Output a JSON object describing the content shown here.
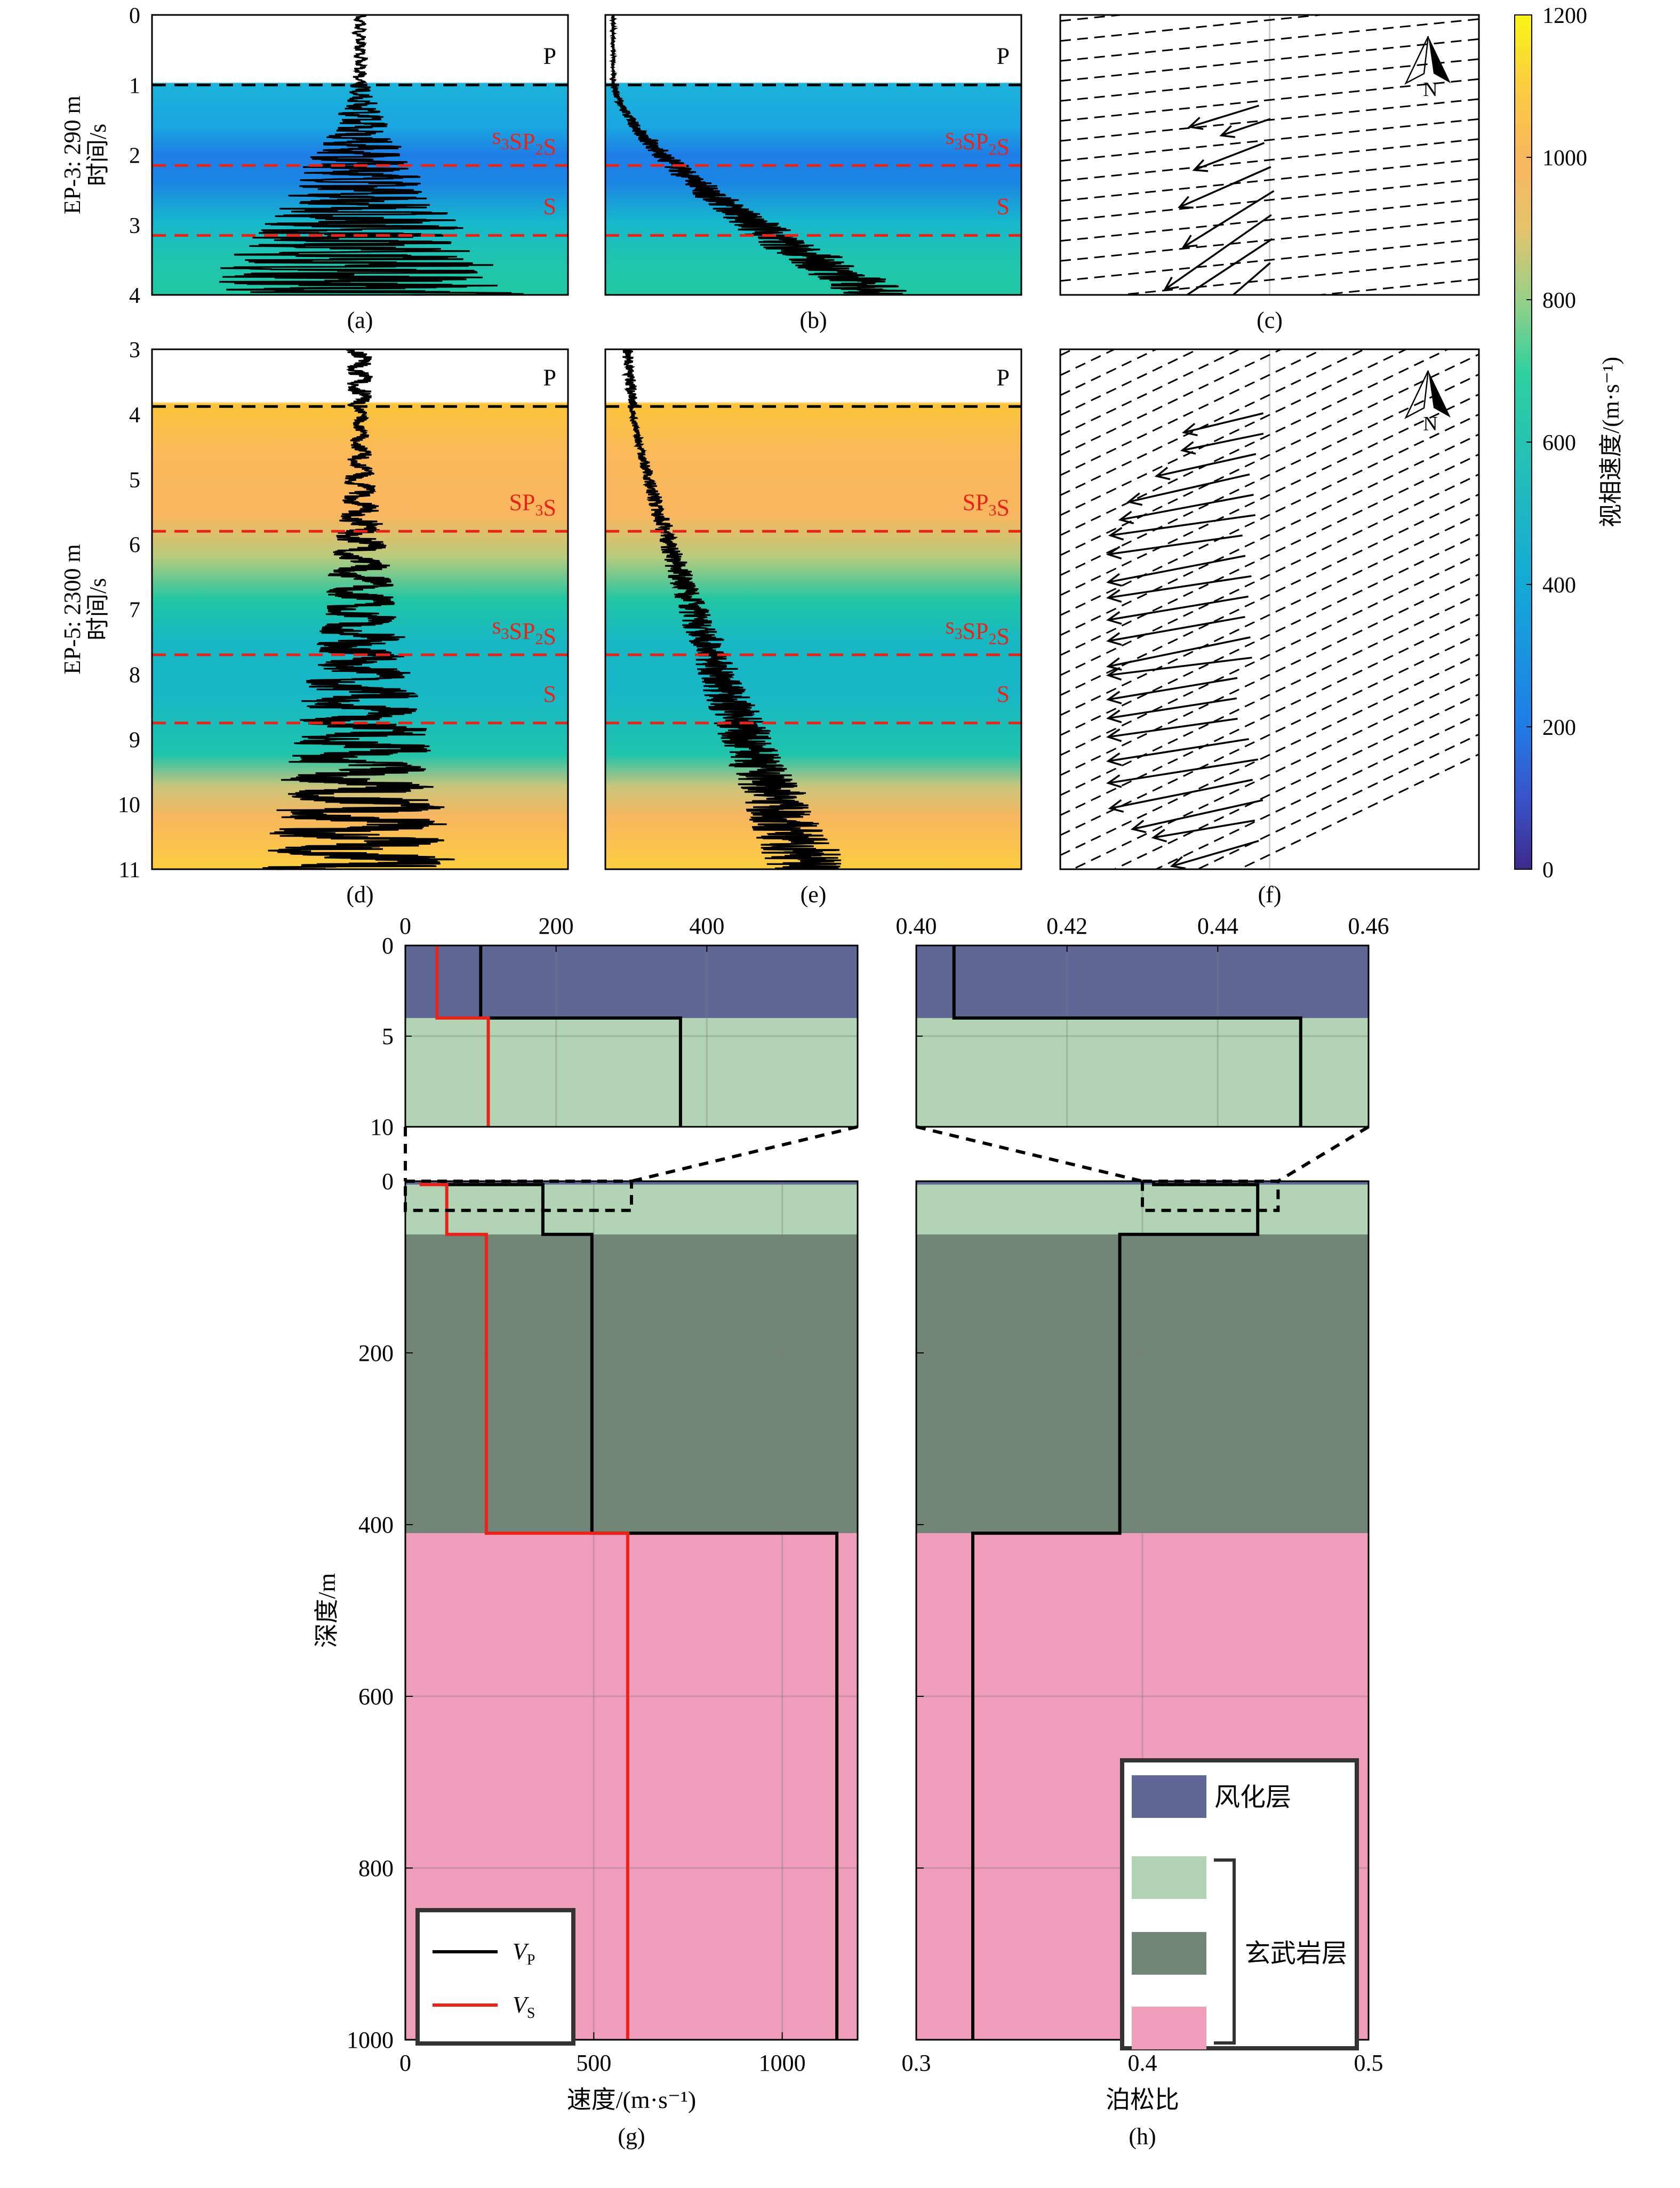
{
  "colors": {
    "weathered": "#5f6796",
    "basalt_light": "#b2d3b4",
    "basalt_dark": "#718676",
    "basalt_pink": "#f09cbb",
    "vp": "#000000",
    "vs": "#e8231a",
    "marker_black": "#000000",
    "marker_red": "#e8231a"
  },
  "row1": {
    "ylabel_line1": "EP-3: 290 m",
    "ylabel_line2": "时间/s",
    "yticks": [
      "0",
      "1",
      "2",
      "3",
      "4"
    ],
    "panel_labels": [
      "(a)",
      "(b)",
      "(c)"
    ],
    "markers": [
      {
        "t": 1.0,
        "label": "P",
        "color": "black"
      },
      {
        "t": 2.15,
        "label": "s3SP2S",
        "color": "red"
      },
      {
        "t": 3.15,
        "label": "S",
        "color": "red"
      }
    ]
  },
  "row2": {
    "ylabel_line1": "EP-5: 2300 m",
    "ylabel_line2": "时间/s",
    "yticks": [
      "3",
      "4",
      "5",
      "6",
      "7",
      "8",
      "9",
      "10",
      "11"
    ],
    "panel_labels": [
      "(d)",
      "(e)",
      "(f)"
    ],
    "markers": [
      {
        "t": 3.88,
        "label": "P",
        "color": "black"
      },
      {
        "t": 5.8,
        "label": "SP3S",
        "color": "red"
      },
      {
        "t": 7.7,
        "label": "s3SP2S",
        "color": "red"
      },
      {
        "t": 8.75,
        "label": "S",
        "color": "red"
      }
    ]
  },
  "north_label": "N",
  "colorbar": {
    "ticks": [
      "0",
      "200",
      "400",
      "600",
      "800",
      "1000",
      "1200"
    ],
    "label": "视相速度/(m·s⁻¹)"
  },
  "chart_data": [
    {
      "type": "line",
      "id": "g",
      "title": "",
      "xlabel": "速度/(m·s⁻¹)",
      "ylabel": "深度/m",
      "xlim": [
        0,
        1200
      ],
      "ylim": [
        0,
        1000
      ],
      "xticks": [
        "0",
        "500",
        "1000"
      ],
      "yticks": [
        "0",
        "200",
        "400",
        "600",
        "800",
        "1000"
      ],
      "layers": [
        {
          "top": 0,
          "bottom": 4,
          "class": "weathered"
        },
        {
          "top": 4,
          "bottom": 62,
          "class": "basalt_light"
        },
        {
          "top": 62,
          "bottom": 410,
          "class": "basalt_dark"
        },
        {
          "top": 410,
          "bottom": 1000,
          "class": "basalt_pink"
        }
      ],
      "series": [
        {
          "name": "VP",
          "depth": [
            0,
            4,
            4,
            62,
            62,
            410,
            410,
            1000
          ],
          "values": [
            100,
            100,
            365,
            365,
            495,
            495,
            1145,
            1145
          ]
        },
        {
          "name": "VS",
          "depth": [
            0,
            4,
            4,
            62,
            62,
            410,
            410,
            1000
          ],
          "values": [
            42,
            42,
            110,
            110,
            215,
            215,
            590,
            590
          ]
        }
      ],
      "inset": {
        "xlim": [
          0,
          600
        ],
        "ylim": [
          0,
          10
        ],
        "xticks": [
          "0",
          "200",
          "400"
        ],
        "yticks": [
          "0",
          "5",
          "10"
        ]
      },
      "panel_label": "(g)"
    },
    {
      "type": "line",
      "id": "h",
      "title": "",
      "xlabel": "泊松比",
      "xlim": [
        0.3,
        0.5
      ],
      "ylim": [
        0,
        1000
      ],
      "xticks": [
        "0.3",
        "0.4",
        "0.5"
      ],
      "layers": [
        {
          "top": 0,
          "bottom": 4,
          "class": "weathered"
        },
        {
          "top": 4,
          "bottom": 62,
          "class": "basalt_light"
        },
        {
          "top": 62,
          "bottom": 410,
          "class": "basalt_dark"
        },
        {
          "top": 410,
          "bottom": 1000,
          "class": "basalt_pink"
        }
      ],
      "series": [
        {
          "name": "",
          "depth": [
            0,
            4,
            4,
            62,
            62,
            410,
            410,
            1000
          ],
          "values": [
            0.405,
            0.405,
            0.451,
            0.451,
            0.39,
            0.39,
            0.325,
            0.325
          ]
        }
      ],
      "inset": {
        "xlim": [
          0.4,
          0.46
        ],
        "ylim": [
          0,
          10
        ],
        "xticks": [
          "0.40",
          "0.42",
          "0.44",
          "0.46"
        ]
      },
      "panel_label": "(h)"
    }
  ],
  "legend_g": {
    "vp_main": "V",
    "vp_sub": "P",
    "vs_main": "V",
    "vs_sub": "S"
  },
  "legend_h": {
    "weathered": "风化层",
    "basalt": "玄武岩层"
  }
}
